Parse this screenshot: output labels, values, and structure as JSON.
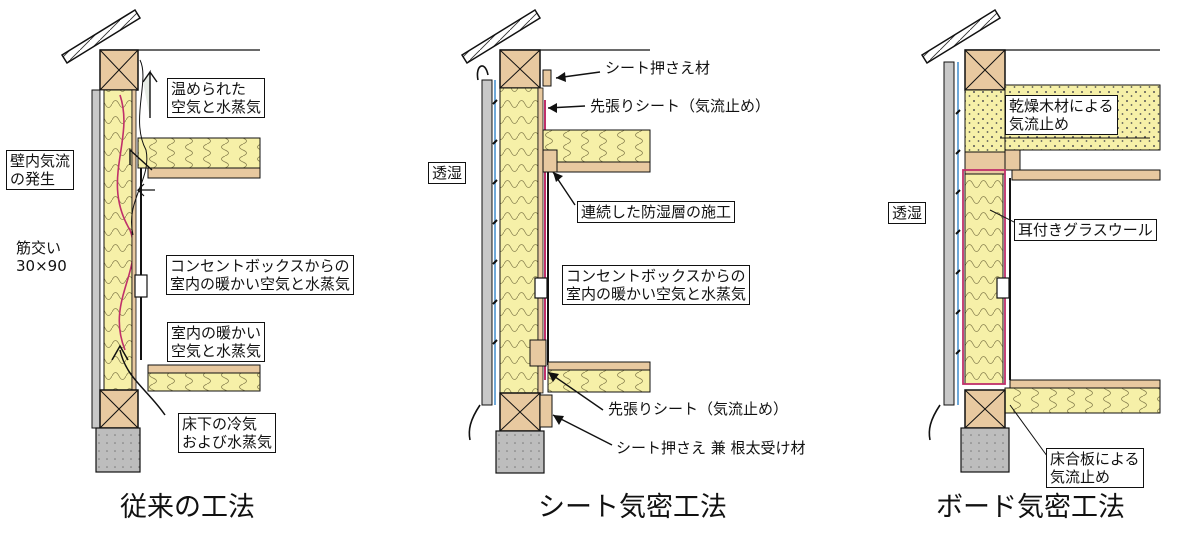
{
  "panels": [
    {
      "title": "従来の工法",
      "labels": [
        "温められた\n空気と水蒸気",
        "壁内気流\nの発生",
        "筋交い\n30×90",
        "コンセントボックスからの\n室内の暖かい空気と水蒸気",
        "室内の暖かい\n空気と水蒸気",
        "床下の冷気\nおよび水蒸気"
      ]
    },
    {
      "title": "シート気密工法",
      "labels": [
        "シート押さえ材",
        "先張りシート（気流止め）",
        "透湿",
        "連続した防湿層の施工",
        "コンセントボックスからの\n室内の暖かい空気と水蒸気",
        "先張りシート（気流止め）",
        "シート押さえ 兼 根太受け材"
      ]
    },
    {
      "title": "ボード気密工法",
      "labels": [
        "乾燥木材による\n気流止め",
        "透湿",
        "耳付きグラスウール",
        "床合板による\n気流止め"
      ]
    }
  ],
  "colors": {
    "insulation": "#f6f0a8",
    "wood": "#e8c9a0",
    "vapor_barrier": "#c0306a",
    "air_flow": "#e6ebe4",
    "moisture_permeable": "#6fa8d8"
  }
}
